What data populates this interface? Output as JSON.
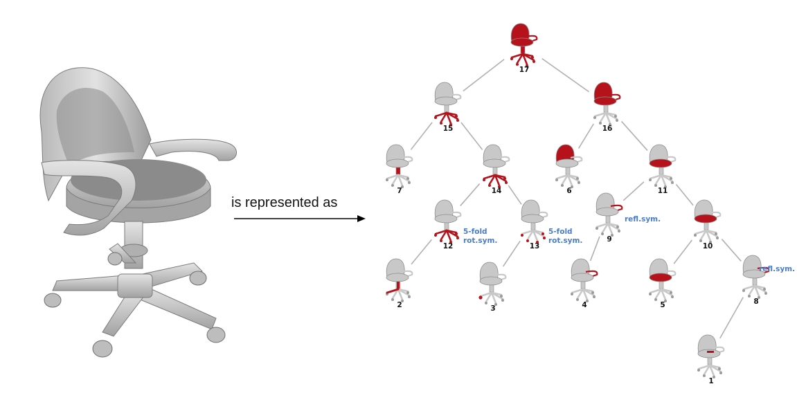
{
  "caption": "is represented as",
  "colors": {
    "highlight": "#b5121b",
    "chair": "#c8c8c8",
    "chair_dark": "#8e8e8e",
    "edge": "#b0b0b0",
    "annotation": "#4a7cc7"
  },
  "nodes": [
    {
      "id": "17",
      "label": "17",
      "highlight": "all"
    },
    {
      "id": "15",
      "label": "15",
      "highlight": "base"
    },
    {
      "id": "16",
      "label": "16",
      "highlight": "upper"
    },
    {
      "id": "7",
      "label": "7",
      "highlight": "stem"
    },
    {
      "id": "14",
      "label": "14",
      "highlight": "base"
    },
    {
      "id": "6",
      "label": "6",
      "highlight": "back"
    },
    {
      "id": "11",
      "label": "11",
      "highlight": "seat"
    },
    {
      "id": "12",
      "label": "12",
      "highlight": "base"
    },
    {
      "id": "13",
      "label": "13",
      "highlight": "wheels"
    },
    {
      "id": "9",
      "label": "9",
      "highlight": "arm"
    },
    {
      "id": "10",
      "label": "10",
      "highlight": "seat"
    },
    {
      "id": "2",
      "label": "2",
      "highlight": "leg"
    },
    {
      "id": "3",
      "label": "3",
      "highlight": "wheel"
    },
    {
      "id": "4",
      "label": "4",
      "highlight": "arm"
    },
    {
      "id": "5",
      "label": "5",
      "highlight": "seat"
    },
    {
      "id": "8",
      "label": "8",
      "highlight": "arm"
    },
    {
      "id": "1",
      "label": "1",
      "highlight": "armlet"
    }
  ],
  "edges": [
    [
      "17",
      "15"
    ],
    [
      "17",
      "16"
    ],
    [
      "15",
      "7"
    ],
    [
      "15",
      "14"
    ],
    [
      "16",
      "6"
    ],
    [
      "16",
      "11"
    ],
    [
      "14",
      "12"
    ],
    [
      "14",
      "13"
    ],
    [
      "11",
      "9"
    ],
    [
      "11",
      "10"
    ],
    [
      "12",
      "2"
    ],
    [
      "13",
      "3"
    ],
    [
      "9",
      "4"
    ],
    [
      "10",
      "5"
    ],
    [
      "10",
      "8"
    ],
    [
      "8",
      "1"
    ]
  ],
  "annotations": [
    {
      "node": "12",
      "lines": [
        "5-fold",
        "rot.sym."
      ]
    },
    {
      "node": "13",
      "lines": [
        "5-fold",
        "rot.sym."
      ]
    },
    {
      "node": "9",
      "lines": [
        "refl.sym."
      ]
    },
    {
      "node": "8",
      "lines": [
        "refl.sym."
      ]
    }
  ]
}
